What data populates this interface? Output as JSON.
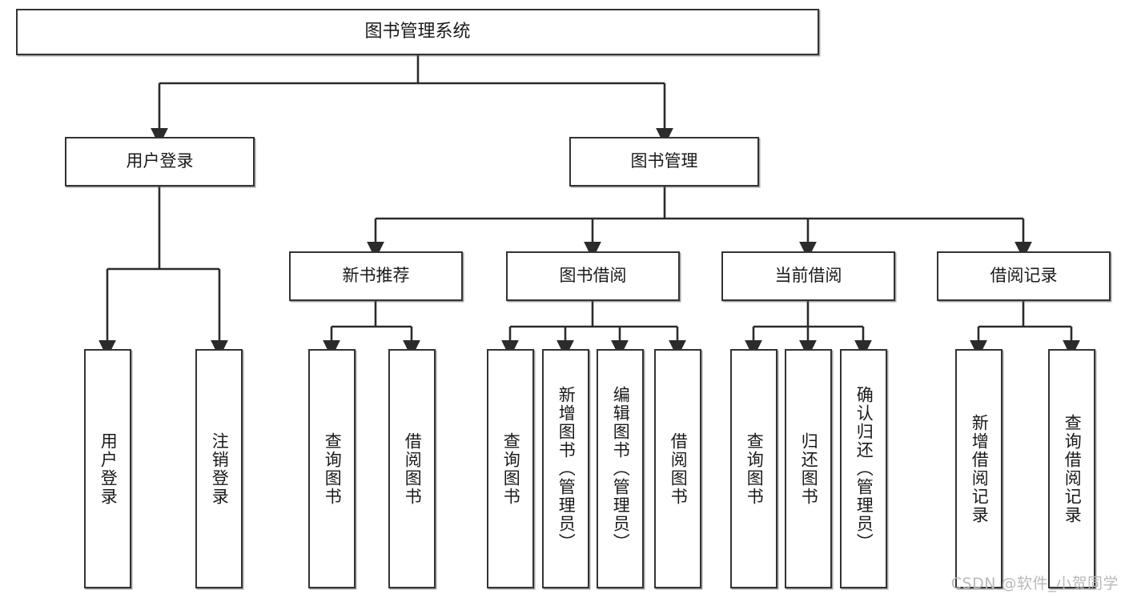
{
  "diagram": {
    "title": "图书管理系统",
    "type": "tree-hierarchy-chart",
    "watermark": "CSDN @软件_小贺同学",
    "colors": {
      "box_border": "#333333",
      "box_fill": "#ffffff",
      "edge": "#2b2b2b",
      "text": "#1a1a1a",
      "watermark": "#b9b9b9"
    },
    "nodes": {
      "root": {
        "label": "图书管理系统",
        "level": 1
      },
      "level2": [
        {
          "id": "user-login",
          "label": "用户登录"
        },
        {
          "id": "book-manage",
          "label": "图书管理"
        }
      ],
      "level3": [
        {
          "id": "new-book-rec",
          "label": "新书推荐"
        },
        {
          "id": "book-borrow",
          "label": "图书借阅"
        },
        {
          "id": "current-borrow",
          "label": "当前借阅"
        },
        {
          "id": "borrow-record",
          "label": "借阅记录"
        }
      ],
      "leaves": {
        "user-login": [
          {
            "id": "leaf-user-login",
            "label": "用户登录"
          },
          {
            "id": "leaf-logout",
            "label": "注销登录"
          }
        ],
        "new-book-rec": [
          {
            "id": "leaf-query-book-1",
            "label": "查询图书"
          },
          {
            "id": "leaf-borrow-book-1",
            "label": "借阅图书"
          }
        ],
        "book-borrow": [
          {
            "id": "leaf-query-book-2",
            "label": "查询图书"
          },
          {
            "id": "leaf-add-book",
            "label": "新增图书（管理员）"
          },
          {
            "id": "leaf-edit-book",
            "label": "编辑图书（管理员）"
          },
          {
            "id": "leaf-borrow-book-2",
            "label": "借阅图书"
          }
        ],
        "current-borrow": [
          {
            "id": "leaf-query-book-3",
            "label": "查询图书"
          },
          {
            "id": "leaf-return-book",
            "label": "归还图书"
          },
          {
            "id": "leaf-confirm-return",
            "label": "确认归还（管理员）"
          }
        ],
        "borrow-record": [
          {
            "id": "leaf-add-record",
            "label": "新增借阅记录"
          },
          {
            "id": "leaf-query-record",
            "label": "查询借阅记录"
          }
        ]
      }
    }
  }
}
